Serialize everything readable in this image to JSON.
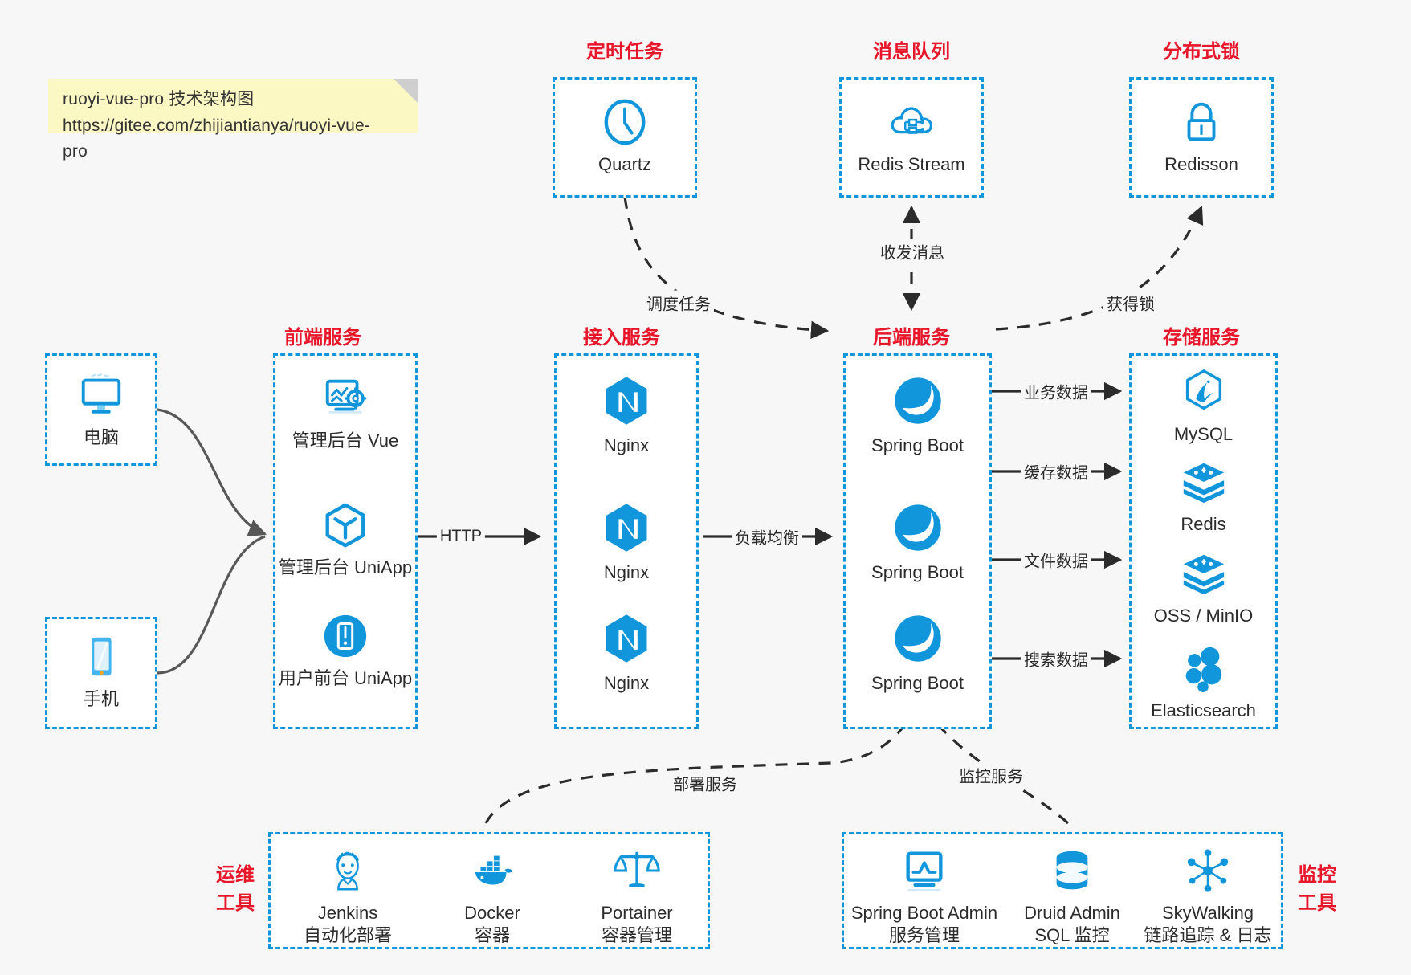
{
  "note": {
    "line1": "ruoyi-vue-pro 技术架构图",
    "line2": "https://gitee.com/zhijiantianya/ruoyi-vue-pro"
  },
  "colors": {
    "accent_blue": "#1296db",
    "heading_red": "#E8162A",
    "note_yellow": "#FCF8C4",
    "canvas": "#f7f7f7",
    "edge": "#2b2b2b"
  },
  "groups": {
    "scheduled_task": "定时任务",
    "message_queue": "消息队列",
    "distributed_lock": "分布式锁",
    "frontend_service": "前端服务",
    "gateway_service": "接入服务",
    "backend_service": "后端服务",
    "storage_service": "存储服务",
    "devops_tools": "运维\n工具",
    "devops_tools_l1": "运维",
    "devops_tools_l2": "工具",
    "monitor_tools_l1": "监控",
    "monitor_tools_l2": "工具"
  },
  "nodes": {
    "quartz": {
      "label": "Quartz",
      "icon": "clock-icon"
    },
    "redis_stream": {
      "label": "Redis Stream",
      "icon": "cloud-stream-icon"
    },
    "redisson": {
      "label": "Redisson",
      "icon": "lock-icon"
    },
    "pc": {
      "label": "电脑",
      "icon": "desktop-monitor-icon"
    },
    "phone": {
      "label": "手机",
      "icon": "smartphone-icon"
    }
  },
  "frontend": {
    "items": [
      {
        "label": "管理后台 Vue",
        "icon": "dashboard-settings-icon"
      },
      {
        "label": "管理后台 UniApp",
        "icon": "cube-icon"
      },
      {
        "label": "用户前台 UniApp",
        "icon": "mobile-circle-icon"
      }
    ]
  },
  "gateway": {
    "items": [
      {
        "label": "Nginx",
        "icon": "nginx-icon"
      },
      {
        "label": "Nginx",
        "icon": "nginx-icon"
      },
      {
        "label": "Nginx",
        "icon": "nginx-icon"
      }
    ]
  },
  "backend": {
    "items": [
      {
        "label": "Spring Boot",
        "icon": "spring-boot-icon"
      },
      {
        "label": "Spring Boot",
        "icon": "spring-boot-icon"
      },
      {
        "label": "Spring Boot",
        "icon": "spring-boot-icon"
      }
    ]
  },
  "storage": {
    "items": [
      {
        "label": "MySQL",
        "icon": "mysql-icon"
      },
      {
        "label": "Redis",
        "icon": "redis-icon"
      },
      {
        "label": "OSS / MinIO",
        "icon": "oss-minio-icon"
      },
      {
        "label": "Elasticsearch",
        "icon": "elasticsearch-icon"
      }
    ]
  },
  "devops": {
    "items": [
      {
        "label": "Jenkins",
        "sub": "自动化部署",
        "icon": "jenkins-icon"
      },
      {
        "label": "Docker",
        "sub": "容器",
        "icon": "docker-icon"
      },
      {
        "label": "Portainer",
        "sub": "容器管理",
        "icon": "scales-icon"
      }
    ]
  },
  "monitor": {
    "items": [
      {
        "label": "Spring Boot Admin",
        "sub": "服务管理",
        "icon": "monitor-chart-icon"
      },
      {
        "label": "Druid Admin",
        "sub": "SQL 监控",
        "icon": "database-icon"
      },
      {
        "label": "SkyWalking",
        "sub": "链路追踪 & 日志",
        "icon": "skywalking-icon"
      }
    ]
  },
  "edges": {
    "http": "HTTP",
    "load_balance": "负载均衡",
    "schedule_task": "调度任务",
    "send_receive_message": "收发消息",
    "acquire_lock": "获得锁",
    "business_data": "业务数据",
    "cache_data": "缓存数据",
    "file_data": "文件数据",
    "search_data": "搜索数据",
    "deploy_service": "部署服务",
    "monitor_service": "监控服务"
  }
}
